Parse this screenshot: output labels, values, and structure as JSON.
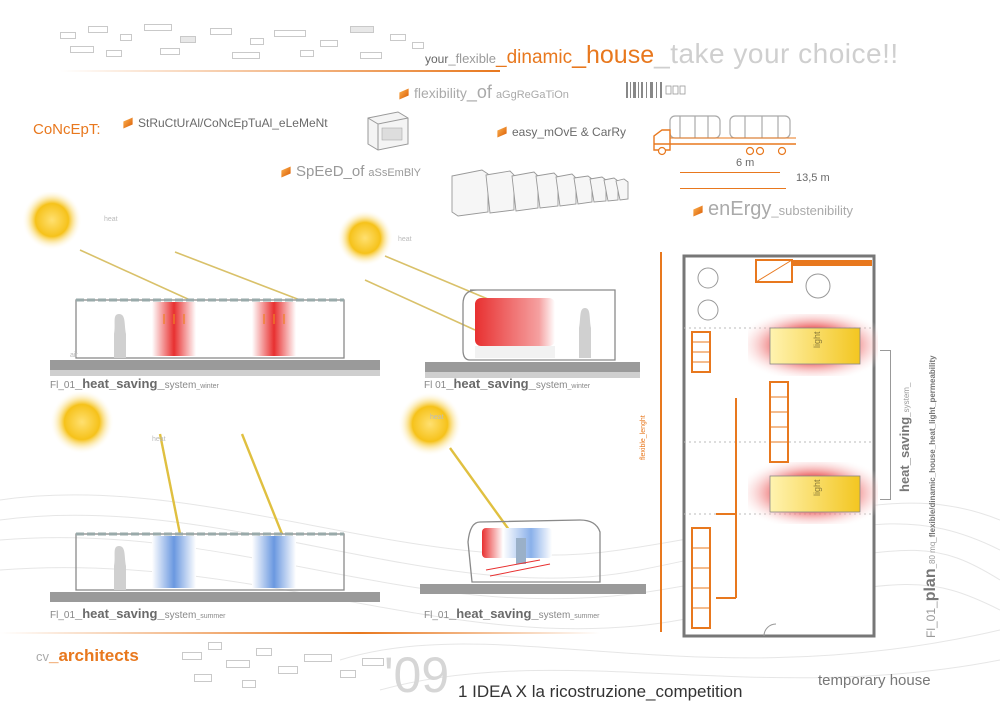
{
  "header": {
    "w1": "your",
    "w2": "_flexible",
    "w3": "_dinamic",
    "w4": "_house",
    "w5": "_take your choice!!"
  },
  "concept_label": "CoNcEpT:",
  "concept_items": {
    "structural": "StRuCtUrAl/CoNcEpTuAl_eLeMeNt",
    "flexibility_a": "flexibility",
    "flexibility_b": "_of",
    "flexibility_c": "aGgReGaTiOn",
    "move": "easy_mOvE & CarRy",
    "speed_a": "SpEeD",
    "speed_b": "_of",
    "speed_c": "aSsEmBlY",
    "energy_a": "enErgy",
    "energy_b": "_substenibility"
  },
  "dimensions": {
    "short": "6 m",
    "long": "13,5 m"
  },
  "heat_label": "heat",
  "air_label": "air",
  "light_label": "light",
  "panels": [
    {
      "pre": "Fl_01",
      "main": "_heat_saving_",
      "post": "system",
      "season": "_winter"
    },
    {
      "pre": "Fl 01",
      "main": "_heat_saving_",
      "post": "system",
      "season": "_winter"
    },
    {
      "pre": "Fl_01",
      "main": "_heat_saving_",
      "post": "system",
      "season": "_summer"
    },
    {
      "pre": "Fl_01",
      "main": "_heat_saving_",
      "post": "system",
      "season": "_summer"
    }
  ],
  "plan": {
    "side_label": "flexible_lenght",
    "heat_a": "heat_saving",
    "heat_b": "_system_",
    "title_a": "Fl_01_",
    "title_b": "plan",
    "title_c": "_80 mq_",
    "title_d": "flexible/dinamic_house_heat_light_permeability"
  },
  "footer": {
    "cv": "cv",
    "architects": "_architects",
    "year": "'09",
    "competition": "1 IDEA X la ricostruzione_competition",
    "temporary": "temporary house"
  },
  "colors": {
    "accent": "#e8781e",
    "heat": "#e0282a",
    "light": "#f6d23a",
    "cool": "#5c8fd8"
  }
}
